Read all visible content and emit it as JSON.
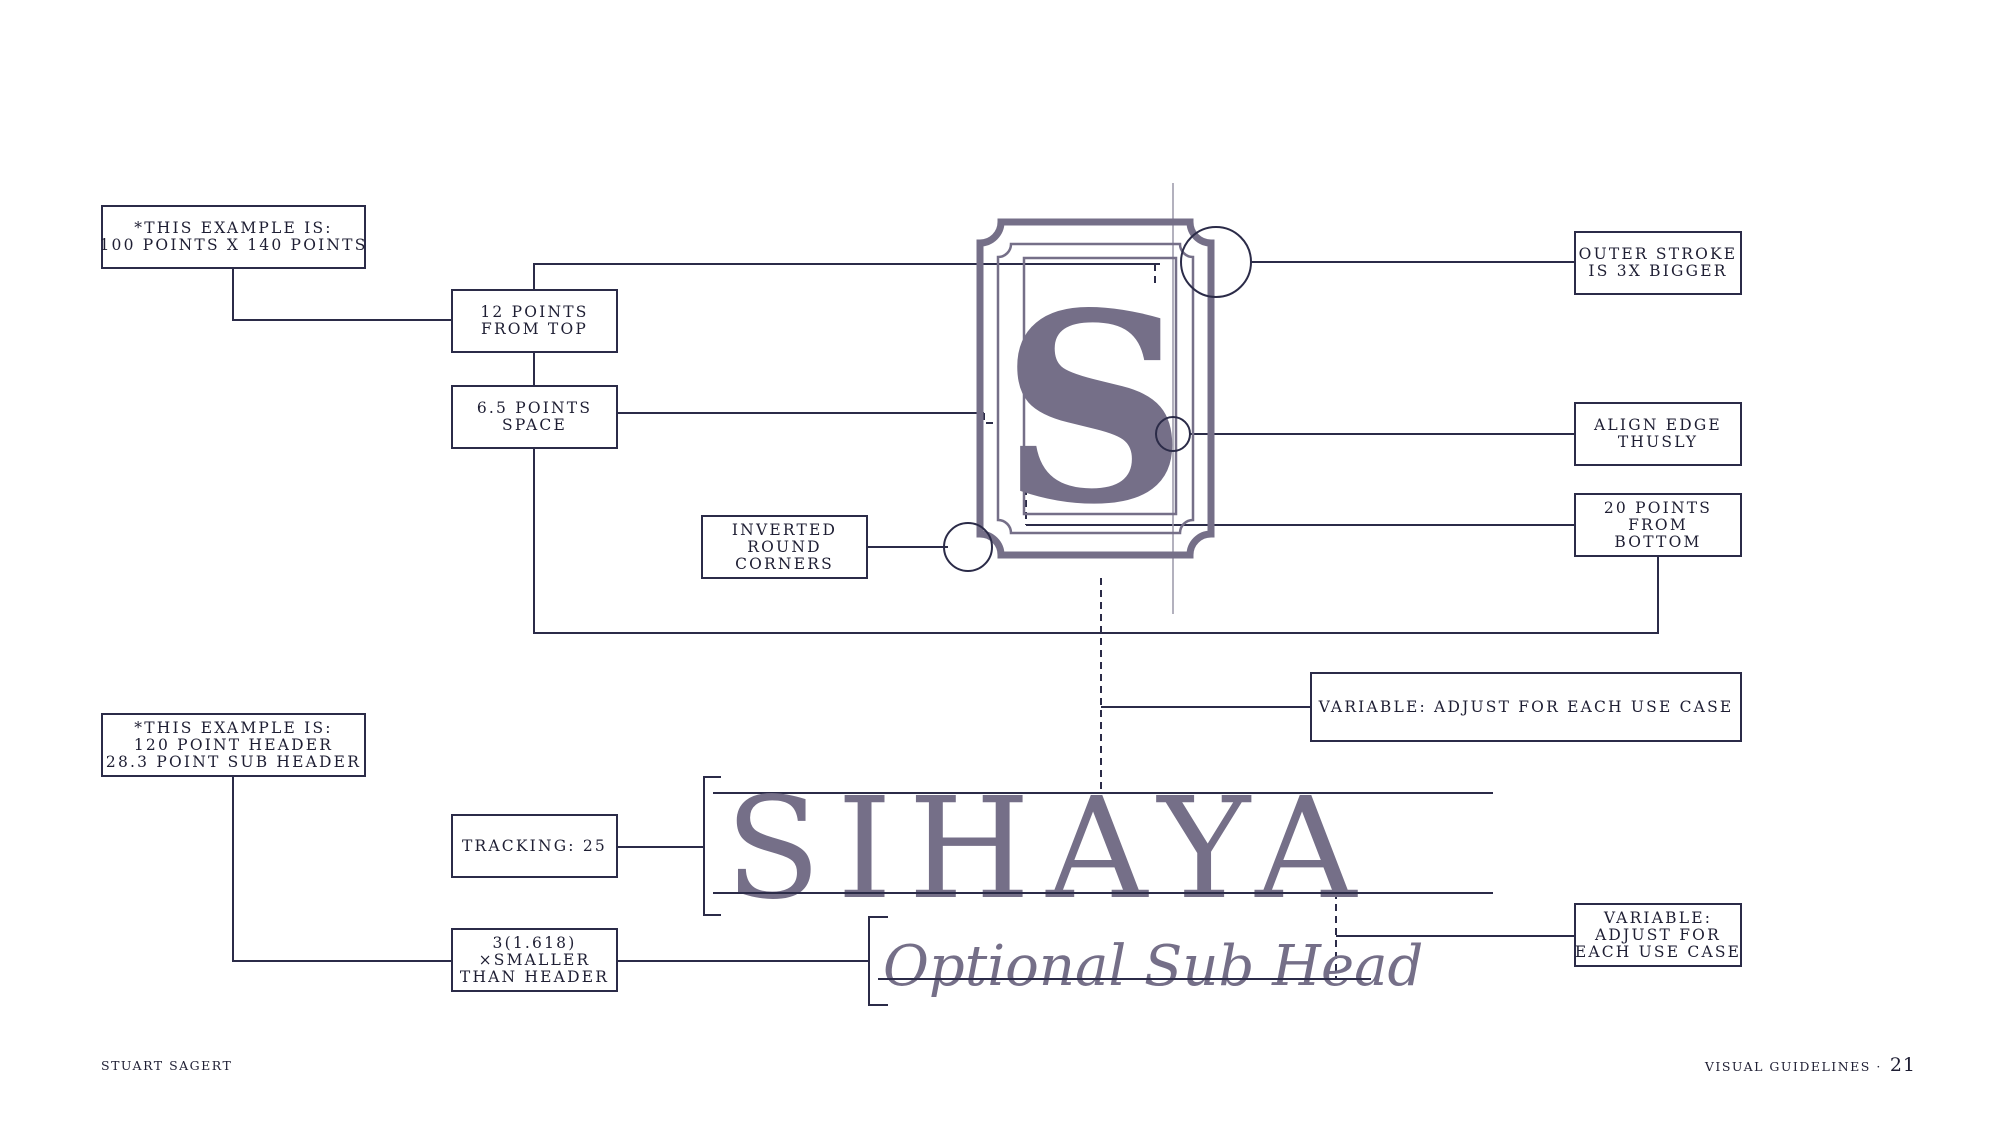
{
  "colors": {
    "ink": "#2b2b48",
    "accent": "#756f88",
    "text": "#1e1e33"
  },
  "notes": {
    "badge_example": [
      "*THIS EXAMPLE IS:",
      "100 POINTS X 140 POINTS"
    ],
    "header_example": [
      "*THIS EXAMPLE IS:",
      "120 POINT HEADER",
      "28.3 POINT SUB HEADER"
    ]
  },
  "callouts": {
    "from_top": [
      "12 POINTS",
      "FROM TOP"
    ],
    "space": [
      "6.5 POINTS",
      "SPACE"
    ],
    "inverted_corners": [
      "INVERTED",
      "ROUND",
      "CORNERS"
    ],
    "outer_stroke": [
      "OUTER STROKE",
      "IS 3X BIGGER"
    ],
    "align_edge": [
      "ALIGN EDGE",
      "THUSLY"
    ],
    "from_bottom": [
      "20 POINTS",
      "FROM",
      "BOTTOM"
    ],
    "variable_gap": [
      "VARIABLE: ADJUST FOR EACH USE CASE"
    ],
    "tracking": [
      "TRACKING: 25"
    ],
    "smaller": [
      "3(1.618)",
      "×SMALLER",
      "THAN HEADER"
    ],
    "variable_sub": [
      "VARIABLE:",
      "ADJUST FOR",
      "EACH USE CASE"
    ]
  },
  "badge": {
    "letter": "S"
  },
  "wordmark": {
    "title": "SIHAYA",
    "subtitle": "Optional Sub Head"
  },
  "footer": {
    "author": "STUART SAGERT",
    "section": "VISUAL GUIDELINES ·",
    "page": "21"
  }
}
